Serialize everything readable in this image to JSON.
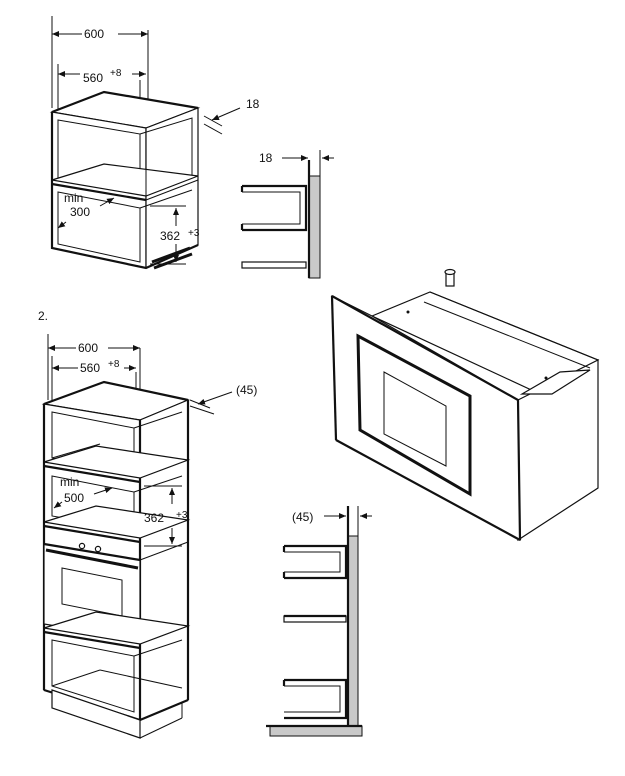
{
  "figure_1": {
    "dim_width_outer": "600",
    "dim_width_inner": "560",
    "dim_width_inner_tol": "+8",
    "dim_side": "18",
    "dim_min_label": "min",
    "dim_min_value": "300",
    "dim_height": "362",
    "dim_height_tol": "+3"
  },
  "detail_1": {
    "dim_side": "18"
  },
  "figure_2": {
    "step_label": "2.",
    "dim_width_outer": "600",
    "dim_width_inner": "560",
    "dim_width_inner_tol": "+8",
    "dim_side": "(45)",
    "dim_min_label": "min",
    "dim_min_value": "500",
    "dim_height": "362",
    "dim_height_tol": "+3"
  },
  "detail_2": {
    "dim_side": "(45)"
  },
  "colors": {
    "line": "#111111",
    "wall": "#c9c9c9",
    "background": "#ffffff"
  }
}
